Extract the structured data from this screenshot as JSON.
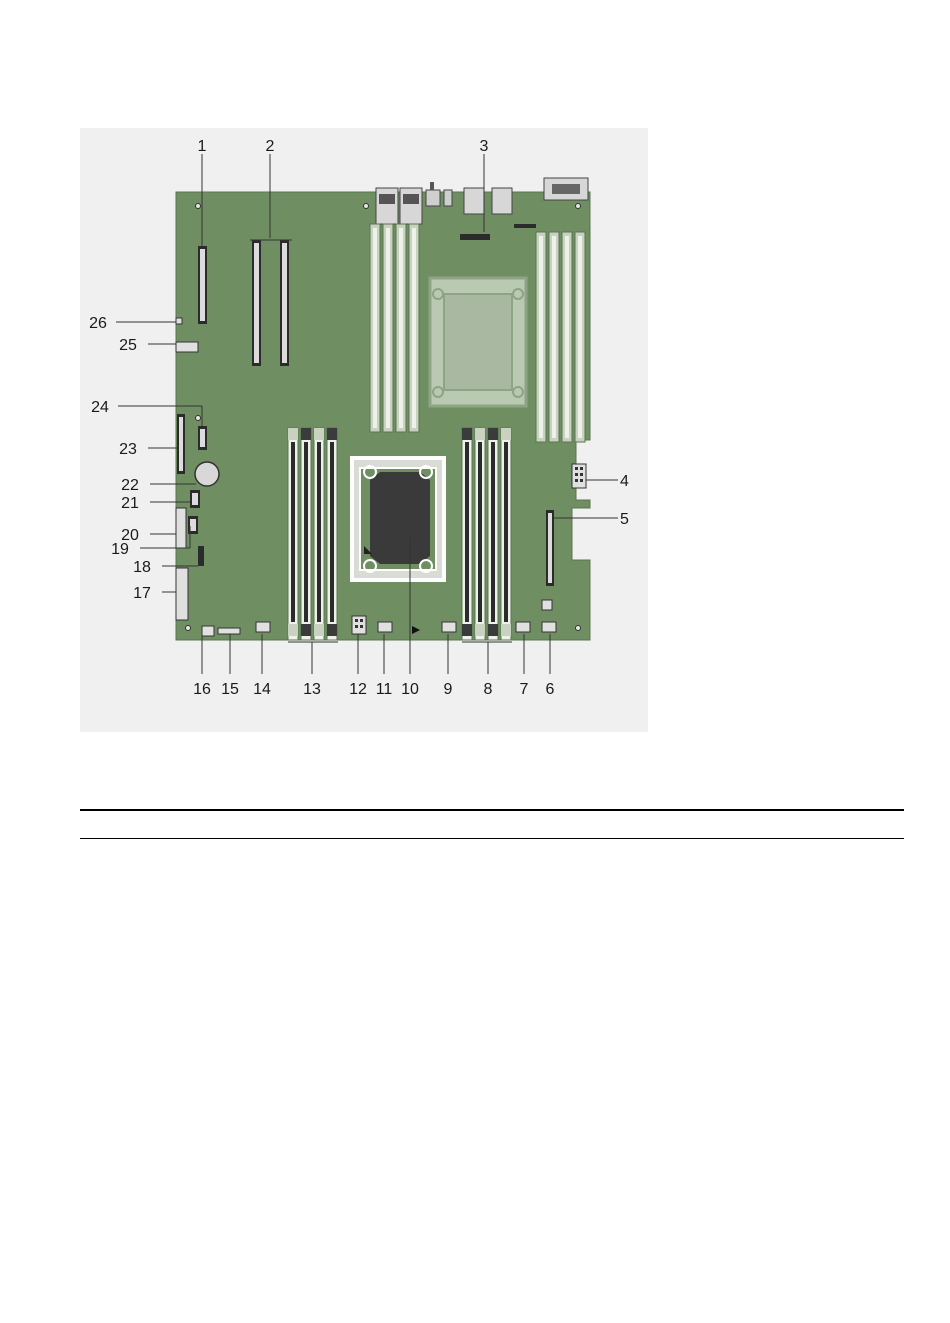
{
  "figure": {
    "callouts": [
      {
        "id": "callout-1",
        "label": "1"
      },
      {
        "id": "callout-2",
        "label": "2"
      },
      {
        "id": "callout-3",
        "label": "3"
      },
      {
        "id": "callout-4",
        "label": "4"
      },
      {
        "id": "callout-5",
        "label": "5"
      },
      {
        "id": "callout-6",
        "label": "6"
      },
      {
        "id": "callout-7",
        "label": "7"
      },
      {
        "id": "callout-8",
        "label": "8"
      },
      {
        "id": "callout-9",
        "label": "9"
      },
      {
        "id": "callout-10",
        "label": "10"
      },
      {
        "id": "callout-11",
        "label": "11"
      },
      {
        "id": "callout-12",
        "label": "12"
      },
      {
        "id": "callout-13",
        "label": "13"
      },
      {
        "id": "callout-14",
        "label": "14"
      },
      {
        "id": "callout-15",
        "label": "15"
      },
      {
        "id": "callout-16",
        "label": "16"
      },
      {
        "id": "callout-17",
        "label": "17"
      },
      {
        "id": "callout-18",
        "label": "18"
      },
      {
        "id": "callout-19",
        "label": "19"
      },
      {
        "id": "callout-20",
        "label": "20"
      },
      {
        "id": "callout-21",
        "label": "21"
      },
      {
        "id": "callout-22",
        "label": "22"
      },
      {
        "id": "callout-23",
        "label": "23"
      },
      {
        "id": "callout-24",
        "label": "24"
      },
      {
        "id": "callout-25",
        "label": "25"
      },
      {
        "id": "callout-26",
        "label": "26"
      }
    ],
    "colors": {
      "figure_background": "#f0f0f0",
      "board": "#6f8f63",
      "board_edge": "#5a7650",
      "dimm_slot": "#c9d2c0",
      "dimm_slot_dark": "#3b3b3b",
      "cpu_die": "#3a3a3a",
      "cpu_socket": "#d8dcd4",
      "connector": "#2b2b2b",
      "metal": "#cfcfcf"
    }
  }
}
